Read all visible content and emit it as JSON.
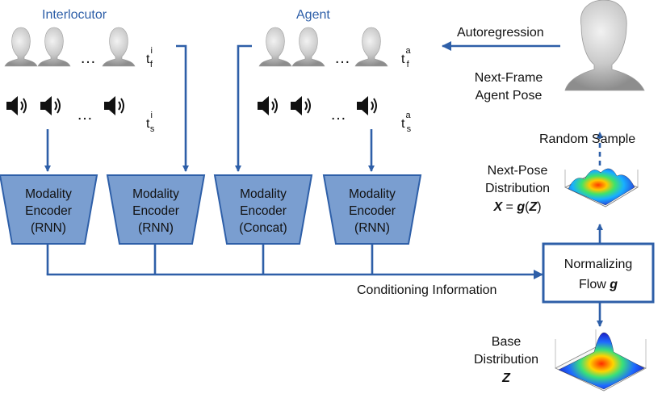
{
  "groups": {
    "interlocutor": "Interlocutor",
    "agent": "Agent"
  },
  "time_labels": {
    "interlocutor_face": {
      "base": "t",
      "sup": "i",
      "sub": "f"
    },
    "interlocutor_speech": {
      "base": "t",
      "sup": "i",
      "sub": "s"
    },
    "agent_face": {
      "base": "t",
      "sup": "a",
      "sub": "f"
    },
    "agent_speech": {
      "base": "t",
      "sup": "a",
      "sub": "s"
    }
  },
  "ellipsis": "…",
  "encoders": [
    {
      "line1": "Modality",
      "line2": "Encoder",
      "line3": "(RNN)"
    },
    {
      "line1": "Modality",
      "line2": "Encoder",
      "line3": "(RNN)"
    },
    {
      "line1": "Modality",
      "line2": "Encoder",
      "line3": "(Concat)"
    },
    {
      "line1": "Modality",
      "line2": "Encoder",
      "line3": "(RNN)"
    }
  ],
  "conditioning": "Conditioning Information",
  "flow": {
    "line1": "Normalizing",
    "line2_text": "Flow ",
    "line2_var": "g"
  },
  "autoregression": "Autoregression",
  "next_frame": {
    "line1": "Next-Frame",
    "line2": "Agent Pose"
  },
  "random_sample": "Random Sample",
  "next_pose": {
    "line1": "Next-Pose",
    "line2": "Distribution",
    "eq_X": "X",
    "eq_mid": " = ",
    "eq_g": "g",
    "eq_Z": "Z"
  },
  "base": {
    "line1": "Base",
    "line2": "Distribution",
    "var": "Z"
  },
  "colors": {
    "accent": "#2e5fa8",
    "encoder_fill": "#7a9ed0"
  }
}
